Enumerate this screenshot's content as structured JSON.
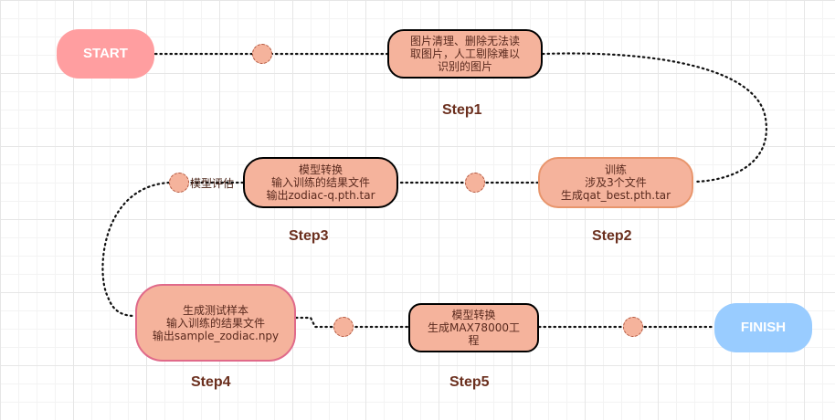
{
  "start": {
    "label": "START"
  },
  "finish": {
    "label": "FINISH"
  },
  "steps": [
    {
      "label": "Step1",
      "text": "图片清理、删除无法读\n取图片，人工剔除难以\n识别的图片"
    },
    {
      "label": "Step2",
      "text": "训练\n涉及3个文件\n生成qat_best.pth.tar"
    },
    {
      "label": "Step3",
      "text": "模型转换\n输入训练的结果文件\n输出zodiac-q.pth.tar"
    },
    {
      "label": "Step4",
      "text": "生成测试样本\n输入训练的结果文件\n输出sample_zodiac.npy"
    },
    {
      "label": "Step5",
      "text": "模型转换\n生成MAX78000工\n程"
    }
  ],
  "evaluation": {
    "label": "模型评估"
  },
  "colors": {
    "start": "#ff9ea0",
    "finish": "#99ccff",
    "step_fill": "#f5b39c",
    "label_text": "#6b2f1e"
  }
}
